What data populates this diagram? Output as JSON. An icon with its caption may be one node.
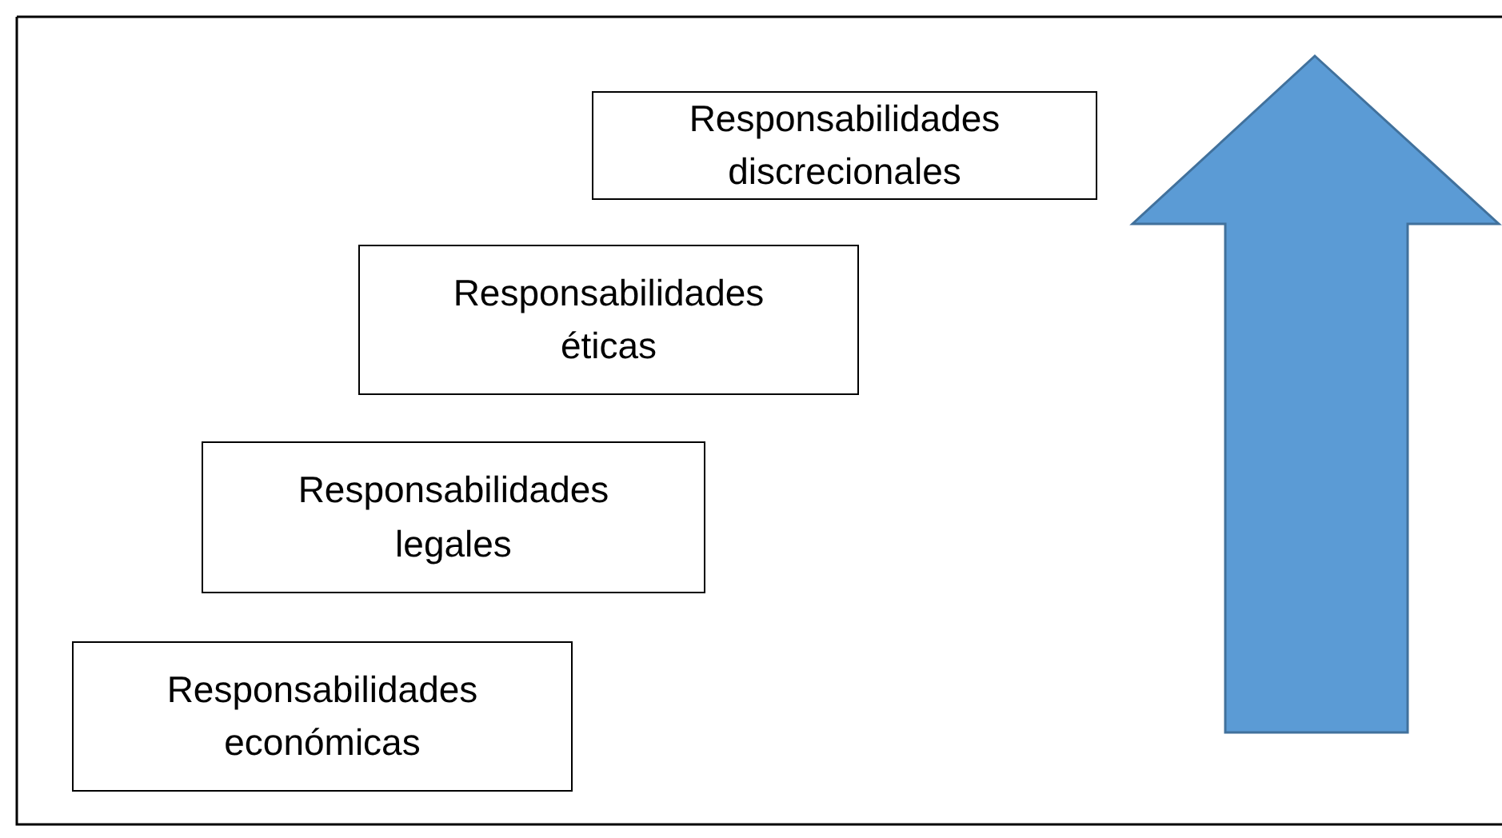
{
  "diagram": {
    "nodes": [
      {
        "text": [
          "Responsabilidades discrecionales"
        ]
      },
      {
        "text": [
          "Responsabilidades éticas"
        ]
      },
      {
        "text": [
          "Responsabilidades legales"
        ]
      },
      {
        "text": [
          "Responsabilidades económicas"
        ]
      }
    ]
  }
}
